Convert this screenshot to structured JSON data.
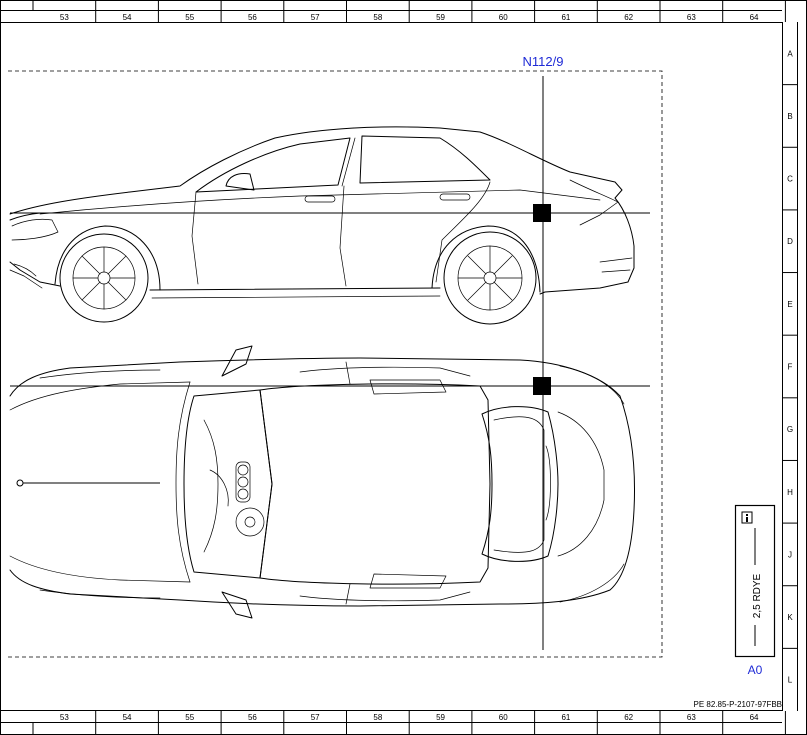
{
  "ruler_columns": [
    "53",
    "54",
    "55",
    "56",
    "57",
    "58",
    "59",
    "60",
    "61",
    "62",
    "63",
    "64"
  ],
  "ruler_rows": [
    "A",
    "B",
    "C",
    "D",
    "E",
    "F",
    "G",
    "H",
    "J",
    "K",
    "L"
  ],
  "component_label": "N112/9",
  "legend": {
    "icon": "info-icon",
    "wire_text": "2,5 RDYE",
    "connector_label": "A0"
  },
  "document_code": "PE 82.85-P-2107-97FBB",
  "colors": {
    "label_blue": "#1f2bd6",
    "line": "#000000"
  }
}
